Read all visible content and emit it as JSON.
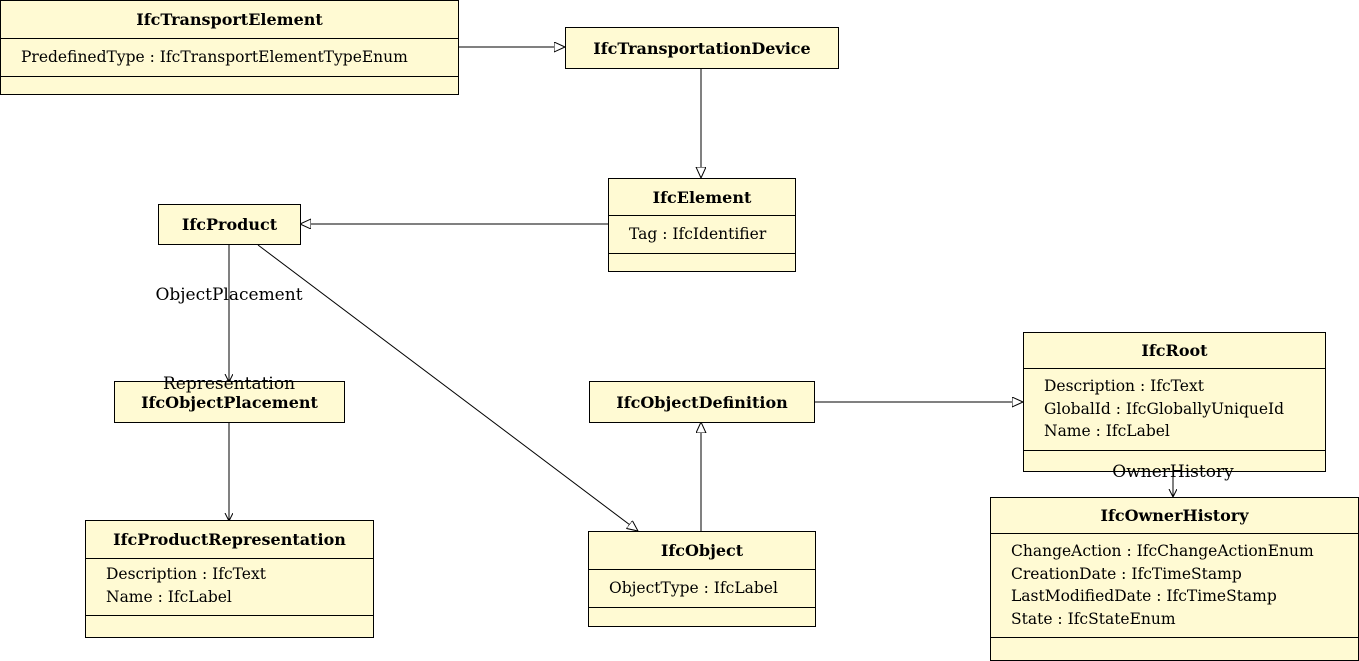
{
  "classes": {
    "transport_element": {
      "name": "IfcTransportElement",
      "attributes": [
        "PredefinedType : IfcTransportElementTypeEnum"
      ]
    },
    "transportation_device": {
      "name": "IfcTransportationDevice"
    },
    "element": {
      "name": "IfcElement",
      "attributes": [
        "Tag : IfcIdentifier"
      ]
    },
    "product": {
      "name": "IfcProduct"
    },
    "object_placement": {
      "name": "IfcObjectPlacement"
    },
    "product_representation": {
      "name": "IfcProductRepresentation",
      "attributes": [
        "Description : IfcText",
        "Name : IfcLabel"
      ]
    },
    "object_definition": {
      "name": "IfcObjectDefinition"
    },
    "object": {
      "name": "IfcObject",
      "attributes": [
        "ObjectType : IfcLabel"
      ]
    },
    "root": {
      "name": "IfcRoot",
      "attributes": [
        "Description : IfcText",
        "GlobalId : IfcGloballyUniqueId",
        "Name : IfcLabel"
      ]
    },
    "owner_history": {
      "name": "IfcOwnerHistory",
      "attributes": [
        "ChangeAction : IfcChangeActionEnum",
        "CreationDate : IfcTimeStamp",
        "LastModifiedDate : IfcTimeStamp",
        "State : IfcStateEnum"
      ]
    }
  },
  "roles": {
    "object_placement": "ObjectPlacement",
    "representation": "Representation",
    "owner_history": "OwnerHistory"
  },
  "colors": {
    "class_fill": "#fffad3",
    "line": "#000000"
  }
}
